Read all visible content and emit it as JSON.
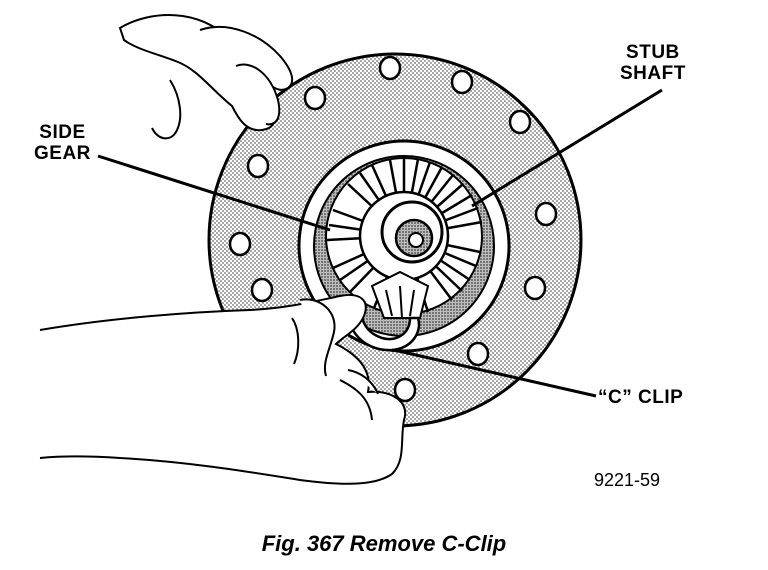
{
  "labels": {
    "side_gear": [
      "SIDE",
      "GEAR"
    ],
    "stub_shaft": [
      "STUB",
      "SHAFT"
    ],
    "c_clip": "“C” CLIP"
  },
  "figure_number": "9221-59",
  "caption": "Fig. 367 Remove C-Clip",
  "colors": {
    "ink": "#000000",
    "paper": "#ffffff",
    "shade": "#bdbdbd"
  }
}
